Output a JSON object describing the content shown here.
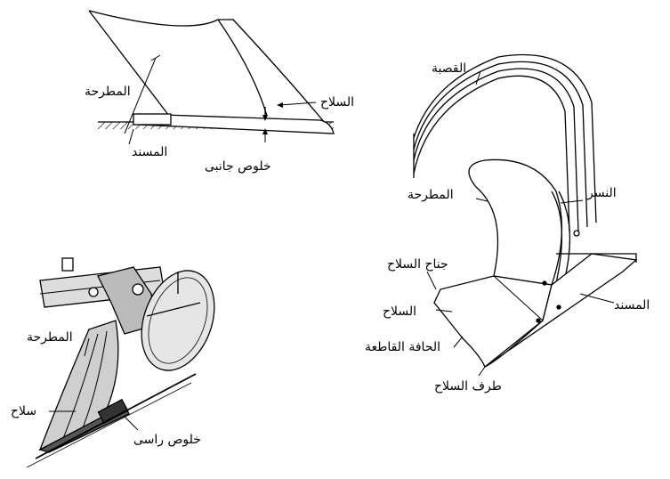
{
  "labels": {
    "top": {
      "moldboard": "المطرحة",
      "share": "السلاح",
      "landside": "المسند",
      "side_clearance": "خلوص جانبى"
    },
    "right": {
      "beam": "القصبة",
      "moldboard": "المطرحة",
      "frog": "النسر",
      "share_wing": "جناح السلاح",
      "share": "السلاح",
      "landside": "المسند",
      "cutting_edge": "الحافة القاطعة",
      "share_point": "طرف السلاح"
    },
    "left": {
      "moldboard": "المطرحة",
      "share": "سلاح",
      "vertical_clearance": "خلوص راسى"
    }
  }
}
